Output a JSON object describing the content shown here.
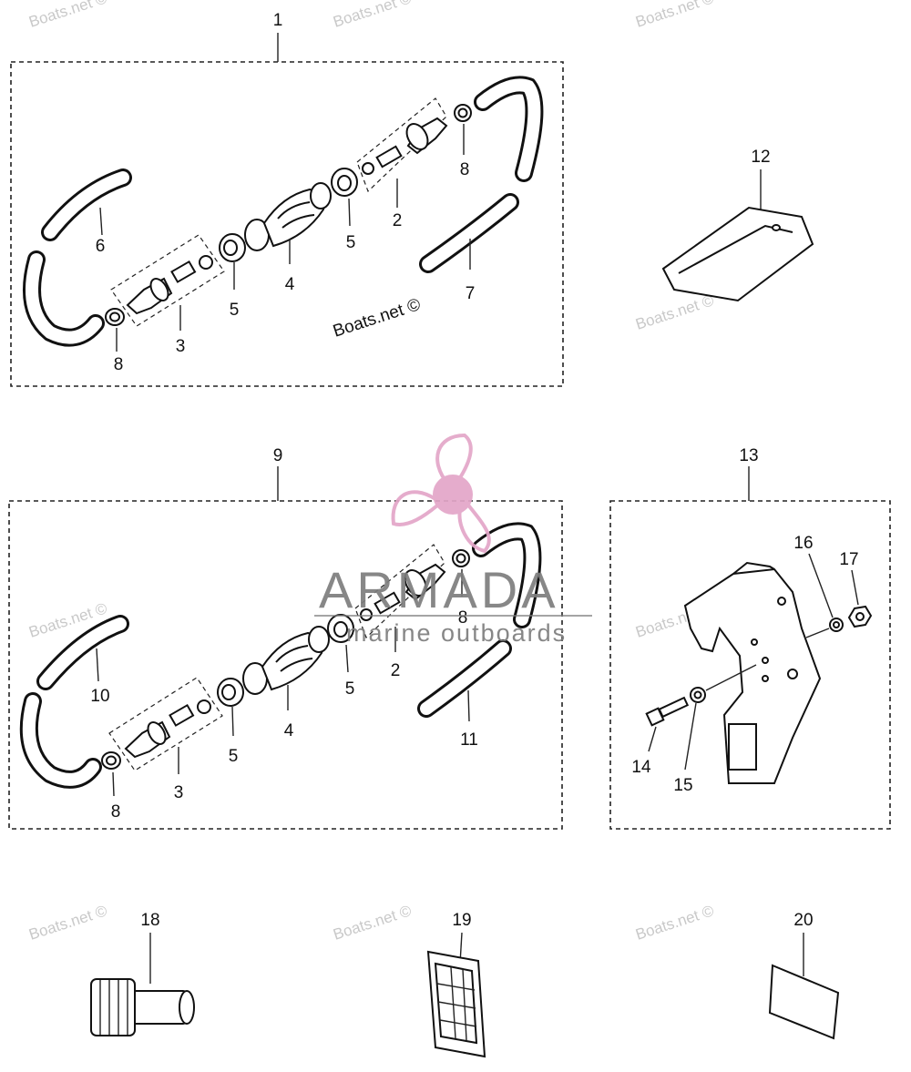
{
  "watermark": {
    "text": "Boats.net ©",
    "brand": "ARMADA",
    "tagline": "marine outboards"
  },
  "callouts": {
    "c1": "1",
    "c2": "2",
    "c3": "3",
    "c4": "4",
    "c5": "5",
    "c6": "6",
    "c7": "7",
    "c8": "8",
    "c9": "9",
    "c10": "10",
    "c11": "11",
    "c12": "12",
    "c13": "13",
    "c14": "14",
    "c15": "15",
    "c16": "16",
    "c17": "17",
    "c18": "18",
    "c19": "19",
    "c20": "20"
  },
  "colors": {
    "line": "#111111",
    "watermark": "#c9c9c9",
    "brand_pink": "#e3a6c8",
    "brand_gray": "#7d7d7d"
  }
}
